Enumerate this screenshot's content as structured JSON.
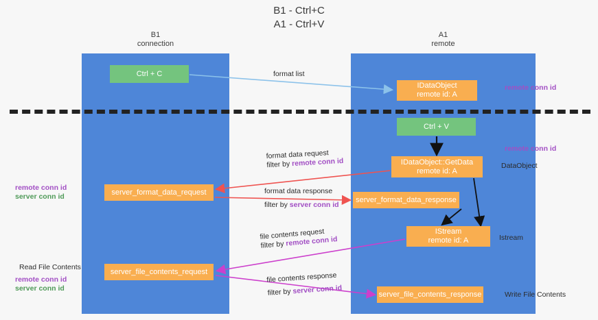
{
  "title": {
    "line1": "B1 - Ctrl+C",
    "line2": "A1 - Ctrl+V"
  },
  "lanes": [
    {
      "name": "B1",
      "subtitle": "connection",
      "color": "#4e86d8"
    },
    {
      "name": "A1",
      "subtitle": "remote",
      "color": "#4e86d8"
    }
  ],
  "boxes": {
    "ctrl_c": {
      "line1": "Ctrl + C",
      "color": "#74c47e"
    },
    "idataobject": {
      "line1": "IDataObject",
      "line2": "remote id: A",
      "color": "#f9ae50"
    },
    "ctrl_v": {
      "line1": "Ctrl + V",
      "color": "#74c47e"
    },
    "getdata": {
      "line1": "IDataObject::GetData",
      "line2": "remote id: A",
      "color": "#f9ae50"
    },
    "server_format_data_response": {
      "line1": "server_format_data_response",
      "color": "#f9ae50"
    },
    "istream": {
      "line1": "IStream",
      "line2": "remote id: A",
      "color": "#f9ae50"
    },
    "server_format_data_request": {
      "line1": "server_format_data_request",
      "color": "#f9ae50"
    },
    "server_file_contents_request": {
      "line1": "server_file_contents_request",
      "color": "#f9ae50"
    },
    "server_file_contents_response": {
      "line1": "server_file_contents_response",
      "color": "#f9ae50"
    }
  },
  "flow_labels": {
    "format_list": "format list",
    "format_data_request": "format data request",
    "format_data_request_filter_prefix": "filter by ",
    "format_data_request_filter_key": "remote conn id",
    "format_data_response": "format data response",
    "format_data_response_filter_prefix": "filter by ",
    "format_data_response_filter_key": "server conn id",
    "file_contents_request": "file contents request",
    "file_contents_request_filter_prefix": "filter by ",
    "file_contents_request_filter_key": "remote conn id",
    "file_contents_response": "file contents response",
    "file_contents_response_filter_prefix": "filter by ",
    "file_contents_response_filter_key": "server conn id"
  },
  "side_labels": {
    "remote_conn_id_top": "remote conn id",
    "remote_conn_id_mid": "remote conn id",
    "dataobject": "DataObject",
    "istream": "Istream",
    "write_file_contents": "Write File Contents",
    "read_file_contents": "Read File Contents",
    "left_remote_conn_id_1": "remote conn id",
    "left_server_conn_id_1": "server conn id",
    "left_remote_conn_id_2": "remote conn id",
    "left_server_conn_id_2": "server conn id"
  },
  "colors": {
    "lane": "#4e86d8",
    "green_box": "#74c47e",
    "orange_box": "#f9ae50",
    "purple_text": "#a24fc4",
    "green_text": "#4f9a58",
    "red_arrow": "#ef5350",
    "magenta_arrow": "#cc3fcc",
    "blue_arrow": "#8cc2ea",
    "black_arrow": "#111111",
    "background": "#f7f7f7"
  }
}
